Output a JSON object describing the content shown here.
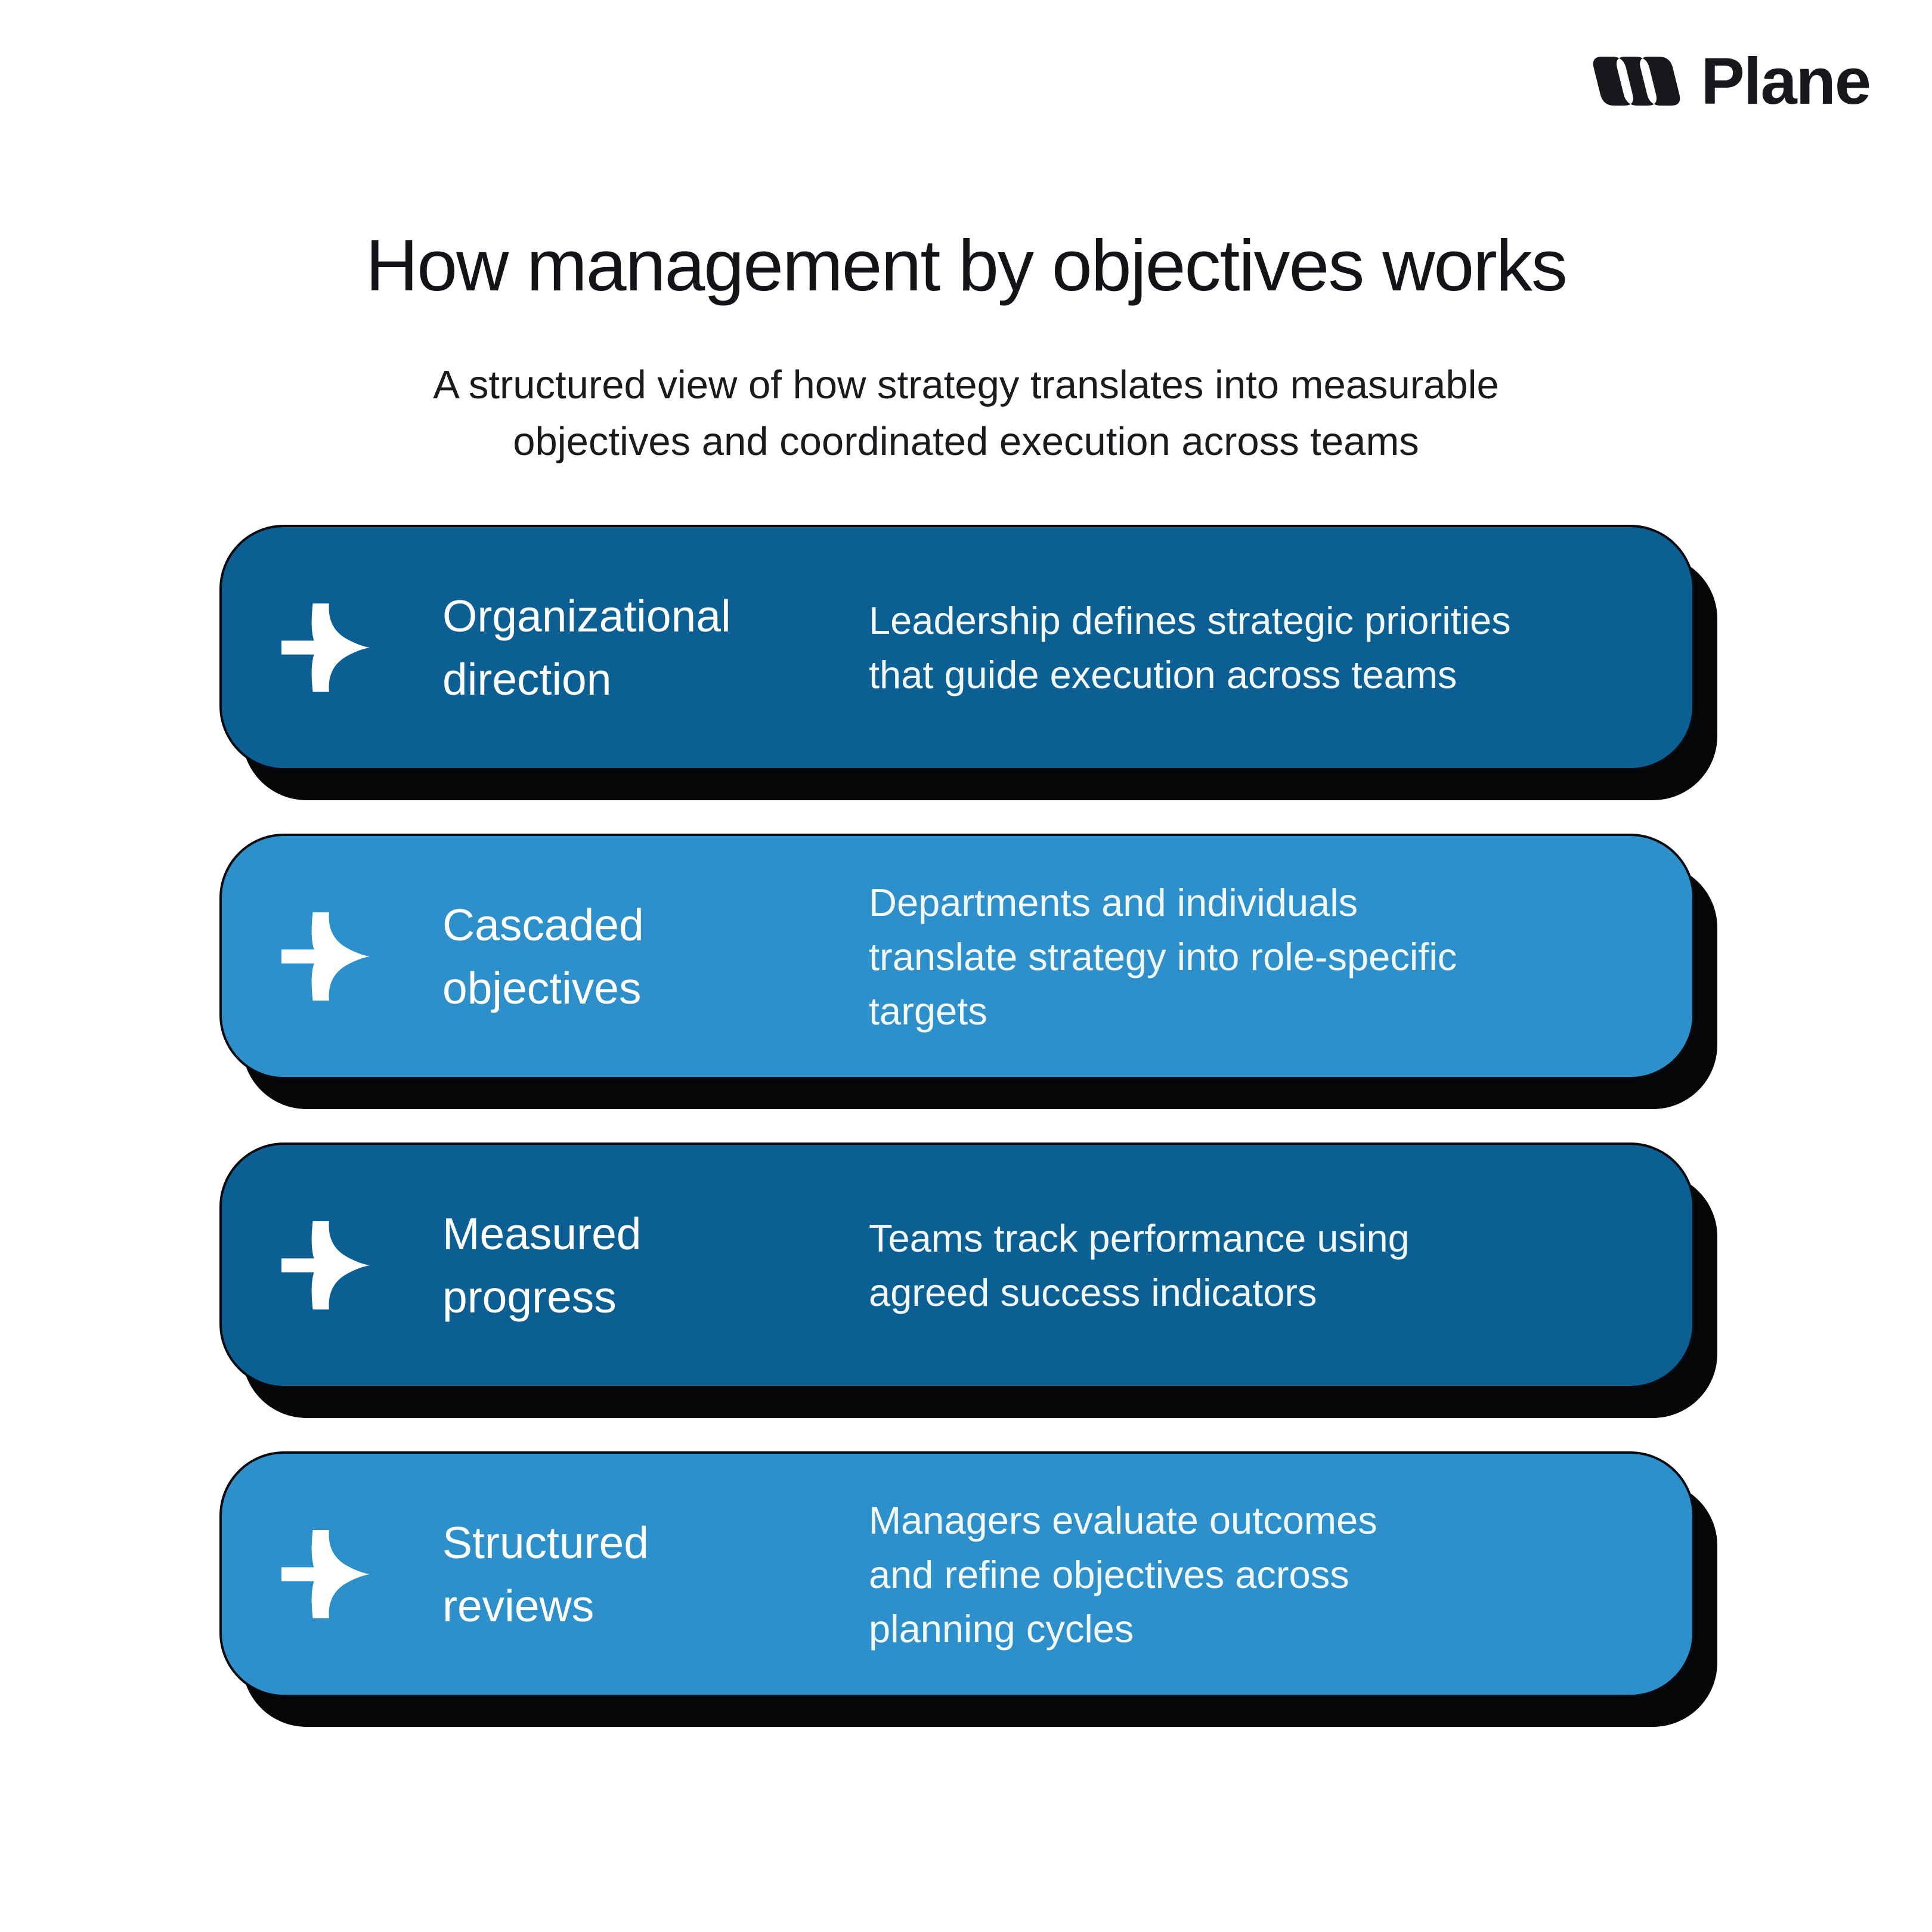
{
  "brand": {
    "name": "Plane"
  },
  "header": {
    "title": "How management by objectives works",
    "subtitle": "A structured view of how strategy translates into measurable\nobjectives and coordinated execution across teams"
  },
  "colors": {
    "card_dark_blue": "#0B5F92",
    "card_light_blue": "#2E90CB",
    "card_shadow": "#050607",
    "card_border": "#070B0F",
    "heading_text": "#141418",
    "card_text": "#FFFFFF",
    "background": "#FFFFFF",
    "logo_black": "#17171C"
  },
  "icons": {
    "brand_mark": "plane-logo-icon",
    "card_bullet": "arrow-right-icon"
  },
  "cards": [
    {
      "variant": "dark",
      "title": "Organizational\ndirection",
      "description": "Leadership defines strategic priorities\nthat guide execution across teams"
    },
    {
      "variant": "light",
      "title": "Cascaded\nobjectives",
      "description": "Departments and individuals\ntranslate strategy into role-specific\ntargets"
    },
    {
      "variant": "dark",
      "title": "Measured\nprogress",
      "description": "Teams track performance using\nagreed success indicators"
    },
    {
      "variant": "light",
      "title": "Structured\nreviews",
      "description": "Managers evaluate outcomes\nand refine objectives across\nplanning cycles"
    }
  ]
}
